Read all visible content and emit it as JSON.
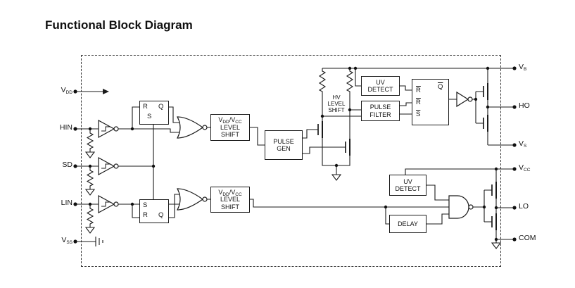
{
  "title": "Functional Block Diagram",
  "pins": {
    "left": [
      {
        "name": "V",
        "sub": "DD"
      },
      {
        "name": "HIN",
        "sub": ""
      },
      {
        "name": "SD",
        "sub": ""
      },
      {
        "name": "LIN",
        "sub": ""
      },
      {
        "name": "V",
        "sub": "SS"
      }
    ],
    "right": [
      {
        "name": "V",
        "sub": "B"
      },
      {
        "name": "HO",
        "sub": ""
      },
      {
        "name": "V",
        "sub": "S"
      },
      {
        "name": "V",
        "sub": "CC"
      },
      {
        "name": "LO",
        "sub": ""
      },
      {
        "name": "COM",
        "sub": ""
      }
    ]
  },
  "blocks": {
    "level_shift_top": {
      "supply_a": "V",
      "supply_a_sub": "DD",
      "supply_b": "/V",
      "supply_b_sub": "CC",
      "line2": "LEVEL",
      "line3": "SHIFT"
    },
    "level_shift_bottom": {
      "supply_a": "V",
      "supply_a_sub": "DD",
      "supply_b": "/V",
      "supply_b_sub": "CC",
      "line2": "LEVEL",
      "line3": "SHIFT"
    },
    "pulse_gen": {
      "line1": "PULSE",
      "line2": "GEN"
    },
    "hv_level_shift": {
      "line1": "HV",
      "line2": "LEVEL",
      "line3": "SHIFT"
    },
    "uv_detect_top": {
      "line1": "UV",
      "line2": "DETECT"
    },
    "pulse_filter": {
      "line1": "PULSE",
      "line2": "FILTER"
    },
    "uv_detect_bottom": {
      "line1": "UV",
      "line2": "DETECT"
    },
    "delay": {
      "line1": "DELAY"
    }
  },
  "latches": {
    "input_high": {
      "r": "R",
      "s": "S",
      "q": "Q"
    },
    "input_low": {
      "s": "S",
      "r": "R",
      "q": "Q"
    },
    "high_side": {
      "q": "Q",
      "r1": "R",
      "r2": "R",
      "s": "S"
    }
  }
}
